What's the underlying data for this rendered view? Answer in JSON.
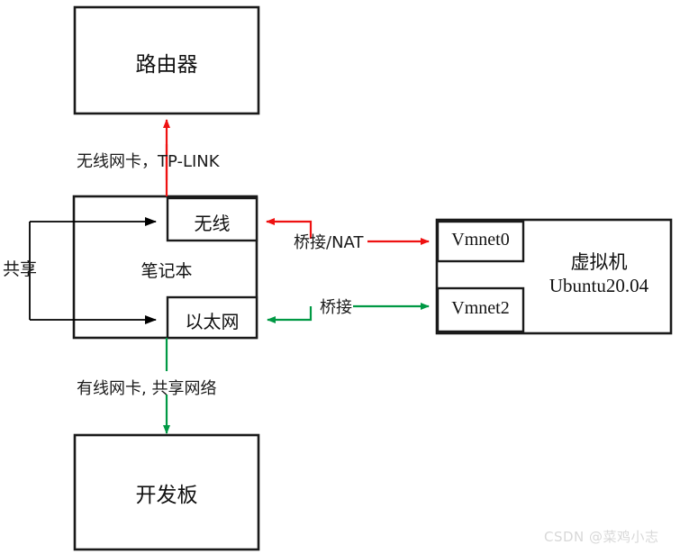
{
  "diagram": {
    "title": "Network topology: laptop sharing wireless and ethernet with VM and dev board",
    "colors": {
      "box_stroke": "#1a1a1a",
      "box_fill": "#ffffff",
      "wireless_link": "#ee1111",
      "ethernet_link": "#009944",
      "share_link": "#000000",
      "watermark": "#d8d8d8"
    },
    "nodes": {
      "router": {
        "label": "路由器"
      },
      "laptop": {
        "label": "笔记本"
      },
      "laptop_wireless": {
        "label": "无线"
      },
      "laptop_ethernet": {
        "label": "以太网"
      },
      "vm": {
        "label_line1": "虚拟机",
        "label_line2": "Ubuntu20.04"
      },
      "vmnet0": {
        "label": "Vmnet0"
      },
      "vmnet2": {
        "label": "Vmnet2"
      },
      "devboard": {
        "label": "开发板"
      }
    },
    "edges": {
      "router_uplink": {
        "label": "无线网卡，TP-LINK",
        "color": "#ee1111"
      },
      "vmnet0_link": {
        "label": "桥接/NAT",
        "color": "#ee1111"
      },
      "vmnet2_link": {
        "label": "桥接",
        "color": "#009944"
      },
      "share_bracket": {
        "label": "共享",
        "color": "#000000"
      },
      "devboard_link": {
        "label": "有线网卡, 共享网络",
        "color": "#009944"
      }
    },
    "watermark": {
      "text": "CSDN @菜鸡小志"
    }
  }
}
